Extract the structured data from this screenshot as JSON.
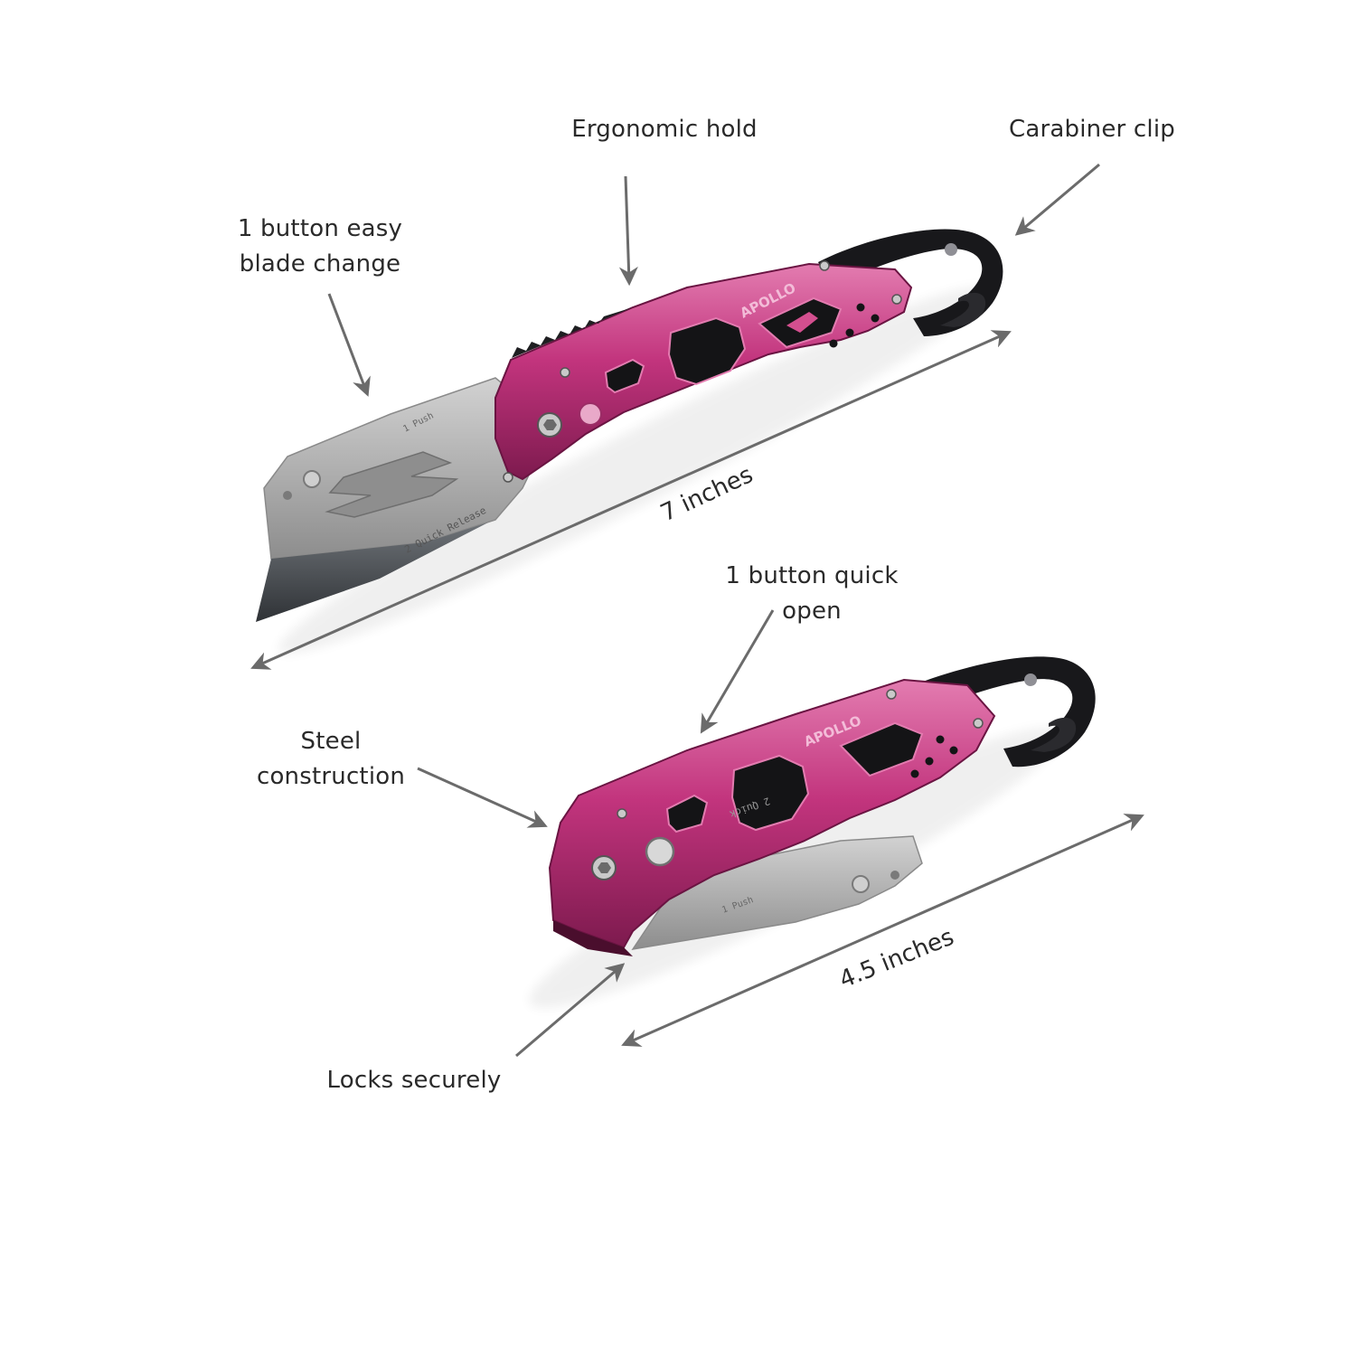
{
  "product": {
    "brand_text": "APOLLO",
    "handle_color": "#c2347d",
    "handle_highlight": "#e37cb0",
    "handle_shadow": "#7d1a4e",
    "blade_color": "#b3b3b3",
    "blade_edge_color": "#55595e",
    "clip_color": "#18181b",
    "arrow_color": "#6b6b6b"
  },
  "blade_etching": {
    "push_label": "1 Push",
    "release_label": "2 Quick Release",
    "closed_release_label": "2 Quick"
  },
  "callouts": {
    "ergonomic": "Ergonomic hold",
    "carabiner": "Carabiner clip",
    "blade_change_line1": "1 button easy",
    "blade_change_line2": "blade change",
    "quick_open_line1": "1 button quick",
    "quick_open_line2": "open",
    "steel_line1": "Steel",
    "steel_line2": "construction",
    "locks": "Locks securely"
  },
  "dimensions": {
    "open_length": "7 inches",
    "closed_length": "4.5 inches"
  }
}
